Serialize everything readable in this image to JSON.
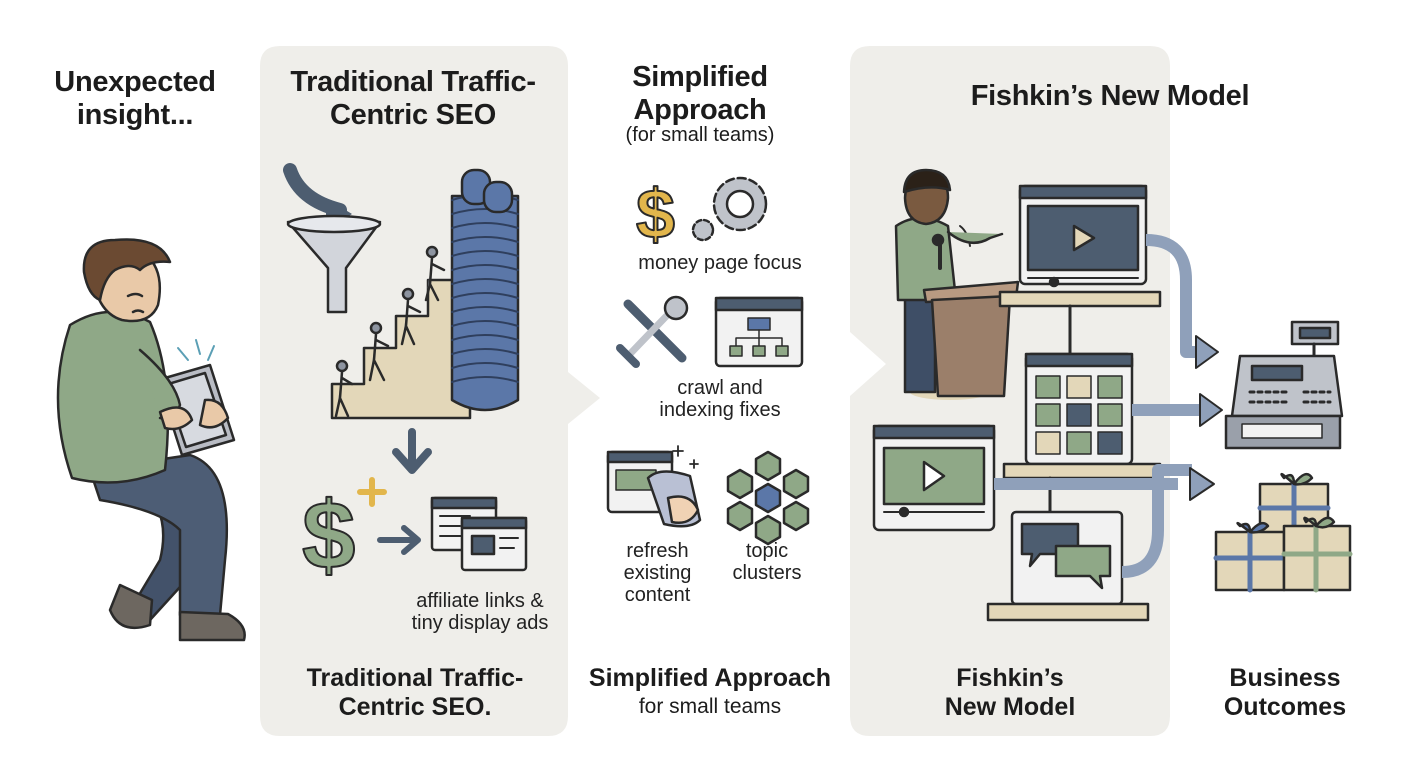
{
  "sections": {
    "insight": {
      "title": "Unexpected insight..."
    },
    "traditional": {
      "title": "Traditional Traffic-Centric SEO",
      "label": "affiliate links & tiny display ads",
      "footer": "Traditional Traffic-Centric SEO."
    },
    "simplified": {
      "title": "Simplified Approach",
      "subtitle": "(for small teams)",
      "items": [
        "money page focus",
        "crawl and indexing fixes",
        "refresh existing content",
        "topic clusters"
      ],
      "footer_title": "Simplified Approach",
      "footer_sub": "for small teams"
    },
    "fishkin": {
      "title": "Fishkin’s New Model",
      "footer": "Fishkin’s New Model"
    },
    "outcomes": {
      "footer": "Business Outcomes"
    }
  },
  "colors": {
    "panel": "#efeeea",
    "blue": "#5b77a8",
    "green": "#8fa887",
    "tan": "#e3d7b9",
    "gold": "#e2b64c",
    "slate": "#4d5d70",
    "outline": "#2a2a2a"
  }
}
